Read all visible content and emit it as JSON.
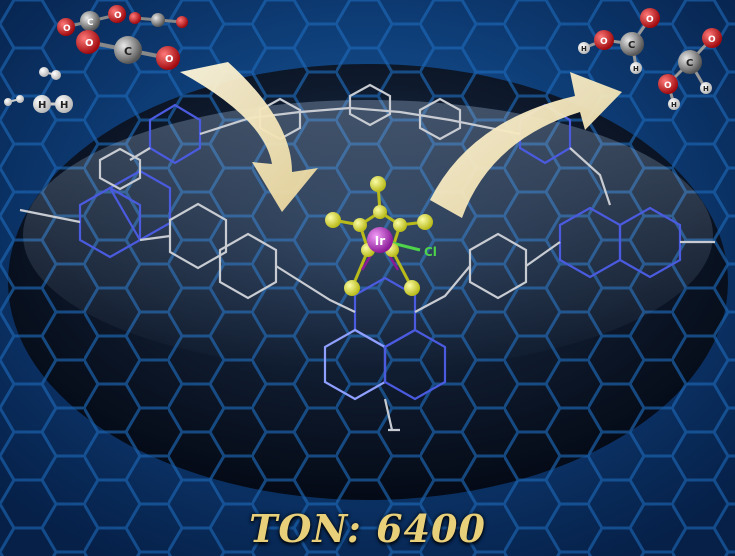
{
  "ton_label": "TON: 6400",
  "atoms": {
    "oxygen": "O",
    "carbon": "C",
    "hydrogen": "H",
    "iridium": "Ir",
    "chlorine": "Cl"
  },
  "icons": [
    "co2-molecule-icon",
    "h2-molecule-icon",
    "formic-acid-molecule-icon",
    "iridium-complex-icon",
    "reaction-arrow-icon"
  ],
  "colors": {
    "background": "#0a2a52",
    "hexagon_lines": "#1f6fc2",
    "framework_bonds": "#c8ccd2",
    "nitrogen": "#4a5be0",
    "iridium": "#c23dd0",
    "cp_ligand": "#e6e84a",
    "chlorine": "#4fd34a",
    "oxygen": "#d2141a",
    "carbon": "#7a7a7a",
    "arrow": "#f3e5b8",
    "ton_text": "#e8cf7a"
  }
}
